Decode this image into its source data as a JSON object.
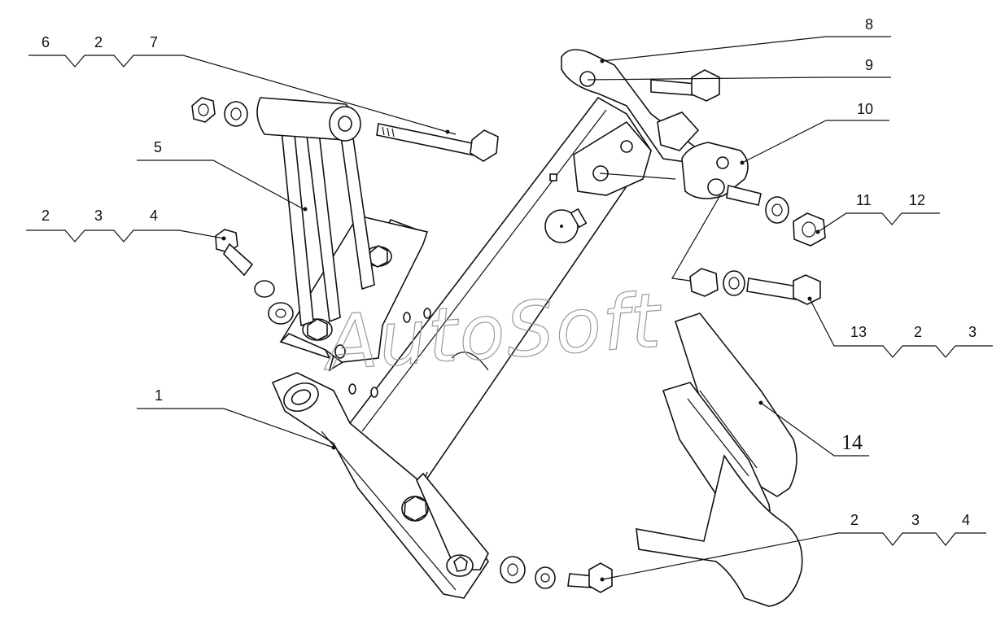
{
  "diagram": {
    "callouts": {
      "top_left_group": [
        "6",
        "2",
        "7"
      ],
      "part_5": "5",
      "left_bolt_group": [
        "2",
        "3",
        "4"
      ],
      "part_1": "1",
      "part_8": "8",
      "part_9": "9",
      "part_10": "10",
      "nut_group": [
        "11",
        "12"
      ],
      "right_bolt_group": [
        "13",
        "2",
        "3"
      ],
      "part_14": "14",
      "bottom_bolt_group": [
        "2",
        "3",
        "4"
      ]
    },
    "watermark": "AutoSoft"
  }
}
